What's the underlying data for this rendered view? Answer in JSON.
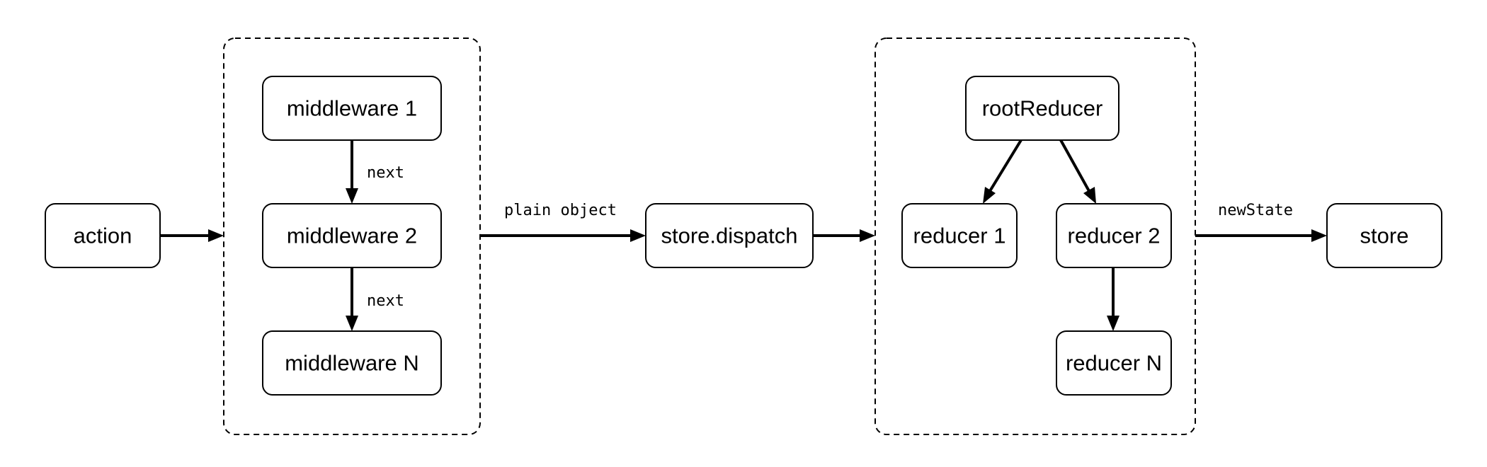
{
  "nodes": {
    "action": "action",
    "middleware_1": "middleware 1",
    "middleware_2": "middleware 2",
    "middleware_n": "middleware N",
    "store_dispatch": "store.dispatch",
    "root_reducer": "rootReducer",
    "reducer_1": "reducer 1",
    "reducer_2": "reducer 2",
    "reducer_n": "reducer N",
    "store": "store"
  },
  "edge_labels": {
    "next_1": "next",
    "next_2": "next",
    "plain_object": "plain object",
    "new_state": "newState"
  }
}
